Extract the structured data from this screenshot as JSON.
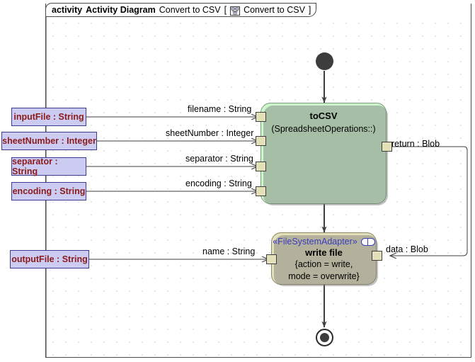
{
  "frame": {
    "keyword": "activity",
    "type_name": "Activity Diagram",
    "diagram_name": "Convert to CSV",
    "bracket_open": "[",
    "icon": "activity-diagram-icon",
    "qualified_name": "Convert to CSV",
    "bracket_close": "]"
  },
  "nodes": {
    "initial": {
      "name": "initial-node"
    },
    "final": {
      "name": "activity-final-node"
    },
    "to_csv": {
      "title": "toCSV",
      "subtitle": "(SpreadsheetOperations::)",
      "fill": "#cdf7cd"
    },
    "write_file": {
      "stereotype": "«FileSystemAdapter»",
      "stereo_icon": "block-port-icon",
      "title": "write file",
      "property_line1": "{action = write,",
      "property_line2": "mode = overwrite}",
      "fill": "#e4e0ba"
    }
  },
  "parameters": [
    {
      "label": "inputFile : String"
    },
    {
      "label": "sheetNumber : Integer"
    },
    {
      "label": "separator : String"
    },
    {
      "label": "encoding : String"
    },
    {
      "label": "outputFile : String"
    }
  ],
  "pins": {
    "to_csv_inputs": [
      {
        "label": "filename : String"
      },
      {
        "label": "sheetNumber : Integer"
      },
      {
        "label": "separator : String"
      },
      {
        "label": "encoding : String"
      }
    ],
    "to_csv_output": {
      "label": "return : Blob"
    },
    "write_file_input": {
      "label": "name : String"
    },
    "write_file_data": {
      "label": "data : Blob"
    }
  },
  "colors": {
    "parameter_fill": "#ccccf2",
    "parameter_border": "#3b3b8c",
    "parameter_text": "#8b1a1a",
    "action_green": "#cdf7cd",
    "action_beige": "#e4e0ba",
    "pin_fill": "#e4e0ba",
    "stereotype_text": "#3b3bbb",
    "edge": "#4a4a4a",
    "grid_dot": "#9a9aa6"
  }
}
